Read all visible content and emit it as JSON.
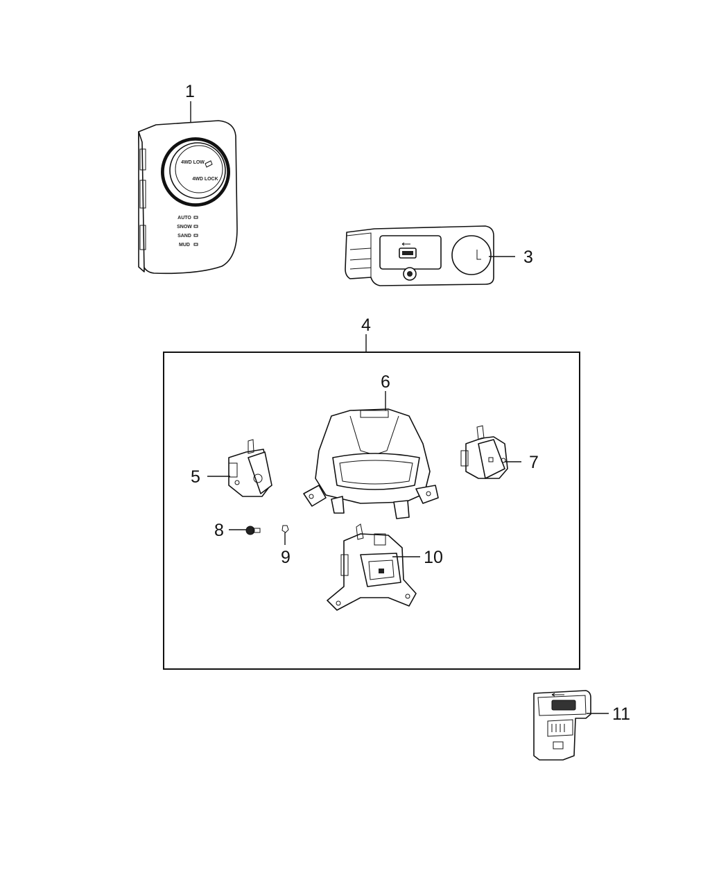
{
  "callouts": [
    "1",
    "3",
    "4",
    "5",
    "6",
    "7",
    "8",
    "9",
    "10",
    "11"
  ],
  "part1_knob_labels": [
    "4WD LOW",
    "4WD LOCK"
  ],
  "part1_modes": [
    "AUTO",
    "SNOW",
    "SAND",
    "MUD"
  ]
}
